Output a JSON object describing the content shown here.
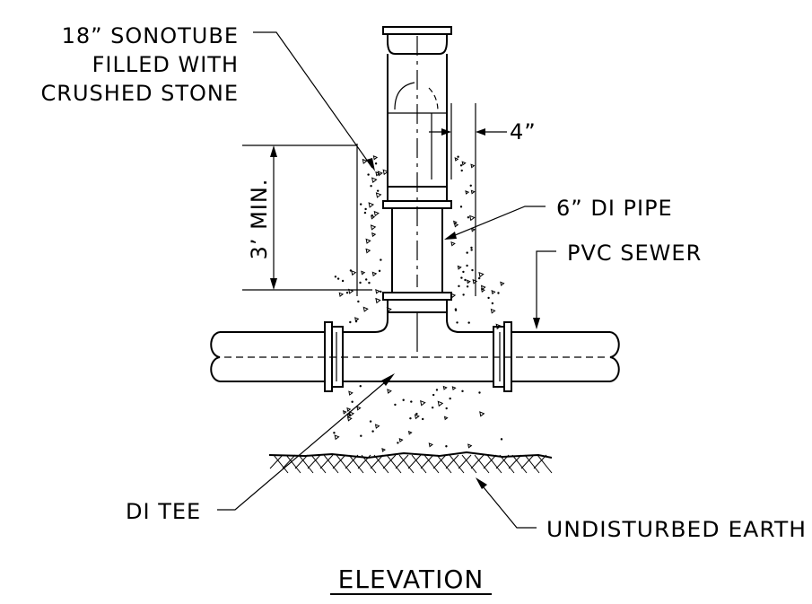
{
  "labels": {
    "sonotube_line1": "18” SONOTUBE",
    "sonotube_line2": "FILLED WITH",
    "sonotube_line3": "CRUSHED STONE",
    "gap": "4”",
    "di_pipe": "6” DI PIPE",
    "pvc_sewer": "PVC SEWER",
    "depth": "3’ MIN.",
    "di_tee": "DI TEE",
    "earth": "UNDISTURBED EARTH",
    "title": "ELEVATION"
  }
}
